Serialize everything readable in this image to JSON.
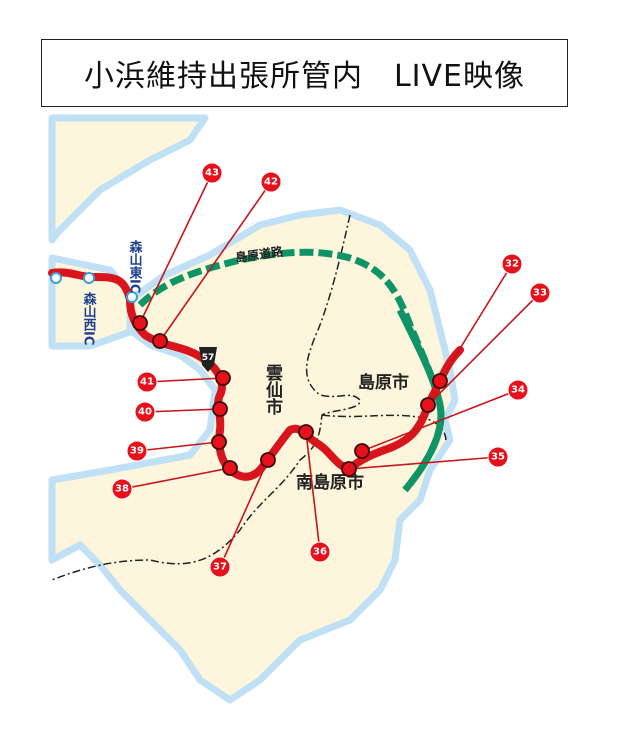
{
  "title": "小浜維持出張所管内　LIVE映像",
  "colors": {
    "route": "#d8141c",
    "expressway": "#0e9466",
    "land": "#fdf6dc",
    "sea": "#bfe0f5"
  },
  "map": {
    "road_name": "島原道路",
    "route_number": "57",
    "interchanges": [
      "森山東IC",
      "森山西IC"
    ],
    "places": [
      "雲仙市",
      "島原市",
      "南島原市"
    ]
  },
  "cameras": [
    {
      "id": "43"
    },
    {
      "id": "42"
    },
    {
      "id": "41"
    },
    {
      "id": "40"
    },
    {
      "id": "39"
    },
    {
      "id": "38"
    },
    {
      "id": "37"
    },
    {
      "id": "36"
    },
    {
      "id": "35"
    },
    {
      "id": "34"
    },
    {
      "id": "33"
    },
    {
      "id": "32"
    }
  ]
}
